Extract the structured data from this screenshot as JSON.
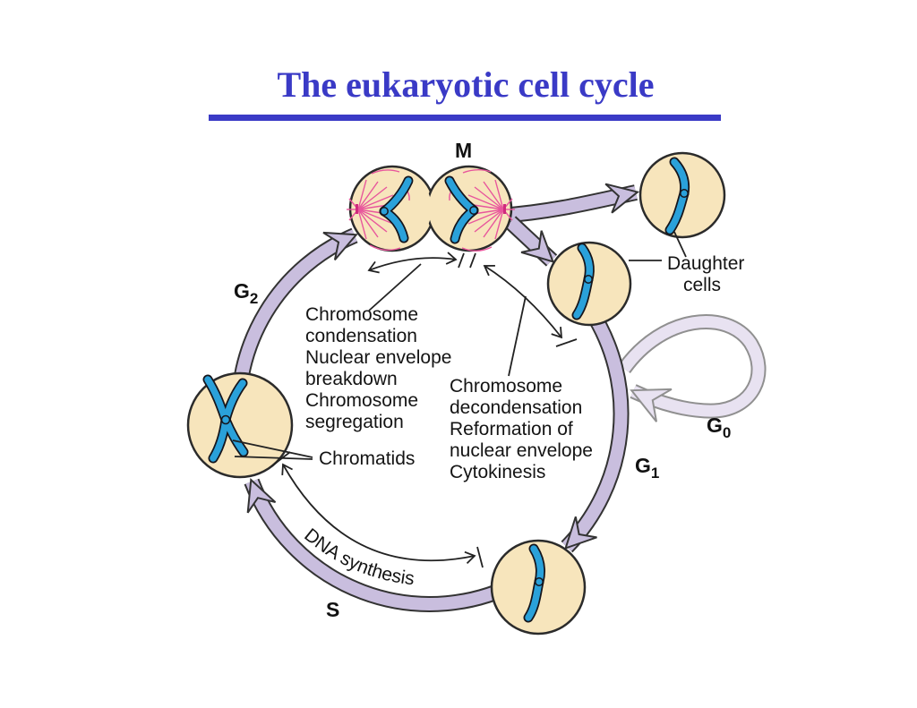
{
  "title": "The eukaryotic cell cycle",
  "colors": {
    "title_blue": "#3a3ac6",
    "cycle_band": "#c9bede",
    "band_outline": "#333333",
    "g0_loop": "#e8e2f1",
    "cell_fill": "#f7e5bc",
    "chromosome_blue": "#2aa1da",
    "spindle_pink": "#e8569c"
  },
  "phases": {
    "m": {
      "label": "M"
    },
    "g2": {
      "base": "G",
      "sub": "2"
    },
    "g1": {
      "base": "G",
      "sub": "1"
    },
    "g0": {
      "base": "G",
      "sub": "0"
    },
    "s": {
      "label": "S"
    }
  },
  "annotations": {
    "m_events": {
      "lines": [
        "Chromosome",
        "condensation",
        "Nuclear envelope",
        "breakdown",
        "Chromosome",
        "segregation"
      ]
    },
    "exit_events": {
      "lines": [
        "Chromosome",
        "decondensation",
        "Reformation of",
        "nuclear envelope",
        "Cytokinesis"
      ]
    },
    "chromatids": "Chromatids",
    "daughter_cells": {
      "lines": [
        "Daughter",
        "cells"
      ]
    },
    "dna_synthesis": "DNA synthesis"
  }
}
